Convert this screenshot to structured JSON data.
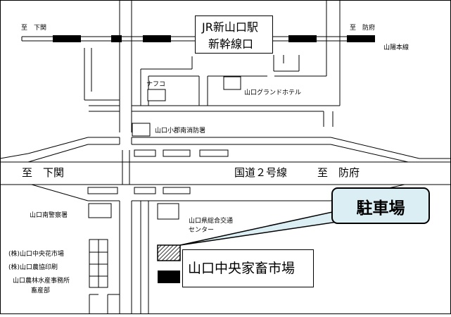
{
  "map": {
    "station_line1": "JR新山口駅",
    "station_line2": "新幹線口",
    "route_west_top": "至　下関",
    "route_east_top": "至　防府",
    "sanyo_line": "山陽本線",
    "nafuko": "ナフコ",
    "grand_hotel": "山口グランドホテル",
    "fire_station": "山口小郡南消防署",
    "road_west": "至　下関",
    "national_route": "国道２号線",
    "road_east": "至　防府",
    "police": "山口南警察署",
    "transport_center_1": "山口県総合交通",
    "transport_center_2": "センター",
    "flower_market": "(株)山口中央花市場",
    "nokyo_print": "(株)山口農協印刷",
    "office_1": "山口農林水産事務所",
    "office_2": "畜産部",
    "parking": "駐車場",
    "market": "山口中央家畜市場"
  },
  "colors": {
    "callout_fill": "#daeef3",
    "rail_black": "#000000",
    "parking_hatch": "#000000"
  }
}
